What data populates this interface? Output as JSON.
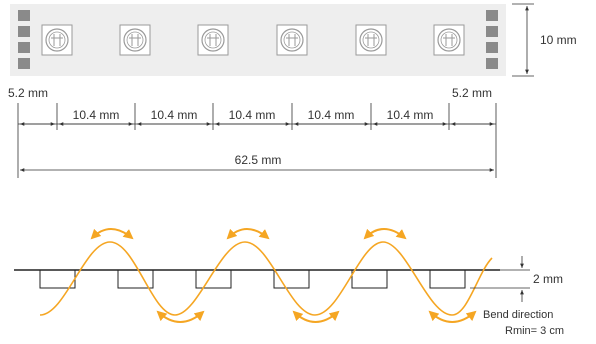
{
  "strip_top": {
    "led_count": 6,
    "pad_count_per_end": 4,
    "colors": {
      "strip": "#eeeeee",
      "pad": "#8a8a8a",
      "led_outline": "#9a9a9a",
      "dim_line": "#333333"
    },
    "height_label": "10 mm",
    "end_margin_left_label": "5.2 mm",
    "end_margin_right_label": "5.2 mm",
    "pitch_labels": [
      "10.4 mm",
      "10.4 mm",
      "10.4 mm",
      "10.4 mm",
      "10.4 mm"
    ],
    "total_length_label": "62.5 mm"
  },
  "bend_side": {
    "colors": {
      "wave": "#f5a623",
      "arrow": "#f5a623",
      "strip": "#222222"
    },
    "thickness_label": "2 mm",
    "bend_direction_label": "Bend direction",
    "radius_label": "Rmin= 3 cm"
  }
}
